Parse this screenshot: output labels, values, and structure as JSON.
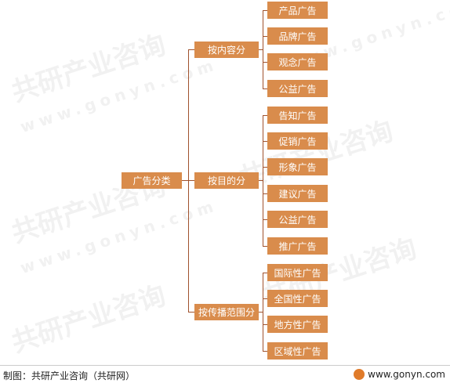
{
  "root": "广告分类",
  "branches": [
    {
      "label": "按内容分",
      "children": [
        "产品广告",
        "品牌广告",
        "观念广告",
        "公益广告"
      ]
    },
    {
      "label": "按目的分",
      "children": [
        "告知广告",
        "促销广告",
        "形象广告",
        "建议广告",
        "公益广告",
        "推广广告"
      ]
    },
    {
      "label": "按传播范围分",
      "children": [
        "国际性广告",
        "全国性广告",
        "地方性广告",
        "区域性广告"
      ]
    }
  ],
  "footer": {
    "source": "制图：共研产业咨询（共研网）",
    "site": "www.gonyn.com"
  },
  "watermark": {
    "cn": "共研产业咨询",
    "en": "www.gonyn.com"
  },
  "colors": {
    "box": "#d98c4c",
    "line": "#a0522d"
  }
}
